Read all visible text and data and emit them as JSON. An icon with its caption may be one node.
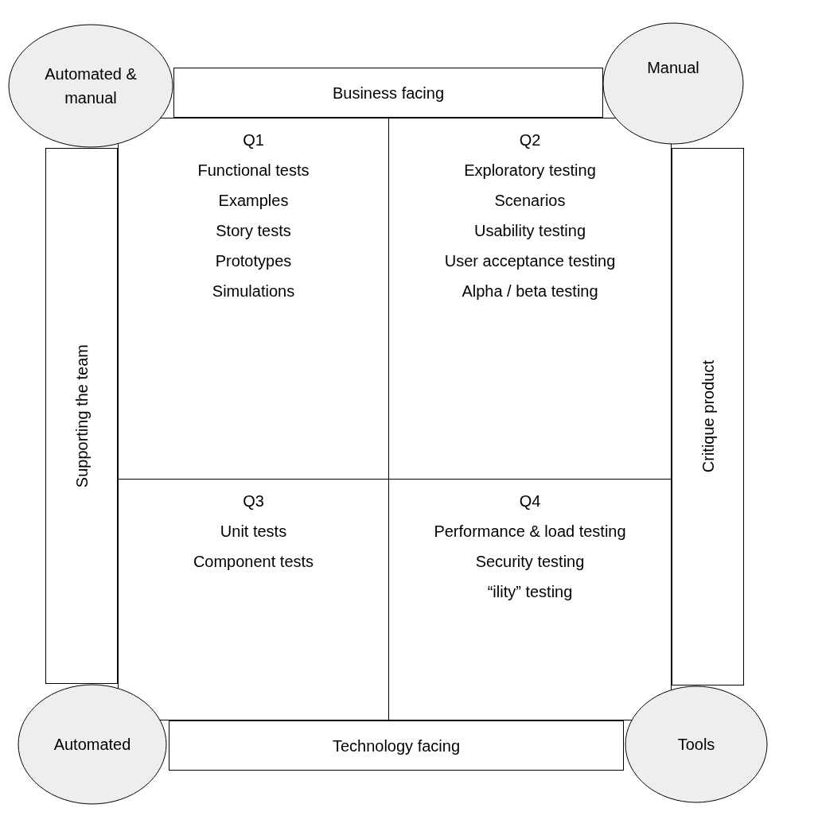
{
  "diagram": {
    "nodes": [
      {
        "text": [
          "Automated & manual"
        ]
      },
      {
        "text": [
          "Business facing"
        ]
      },
      {
        "text": [
          "Manual"
        ]
      },
      {
        "text": [
          "Supporting the team"
        ]
      },
      {
        "text": [
          "Q1",
          "Functional tests",
          "Examples",
          "Story tests",
          "Prototypes",
          "Simulations"
        ]
      },
      {
        "text": [
          "Q2",
          "Exploratory testing",
          "Scenarios",
          "Usability testing",
          "User acceptance testing",
          "Alpha / beta testing"
        ]
      },
      {
        "text": [
          "Critique product"
        ]
      },
      {
        "text": [
          "Q3",
          "Unit tests",
          "Component tests"
        ]
      },
      {
        "text": [
          "Q4",
          "Performance & load testing",
          "Security testing",
          "“ility” testing"
        ]
      },
      {
        "text": [
          "Automated"
        ]
      },
      {
        "text": [
          "Technology facing"
        ]
      },
      {
        "text": [
          "Tools"
        ]
      }
    ]
  }
}
